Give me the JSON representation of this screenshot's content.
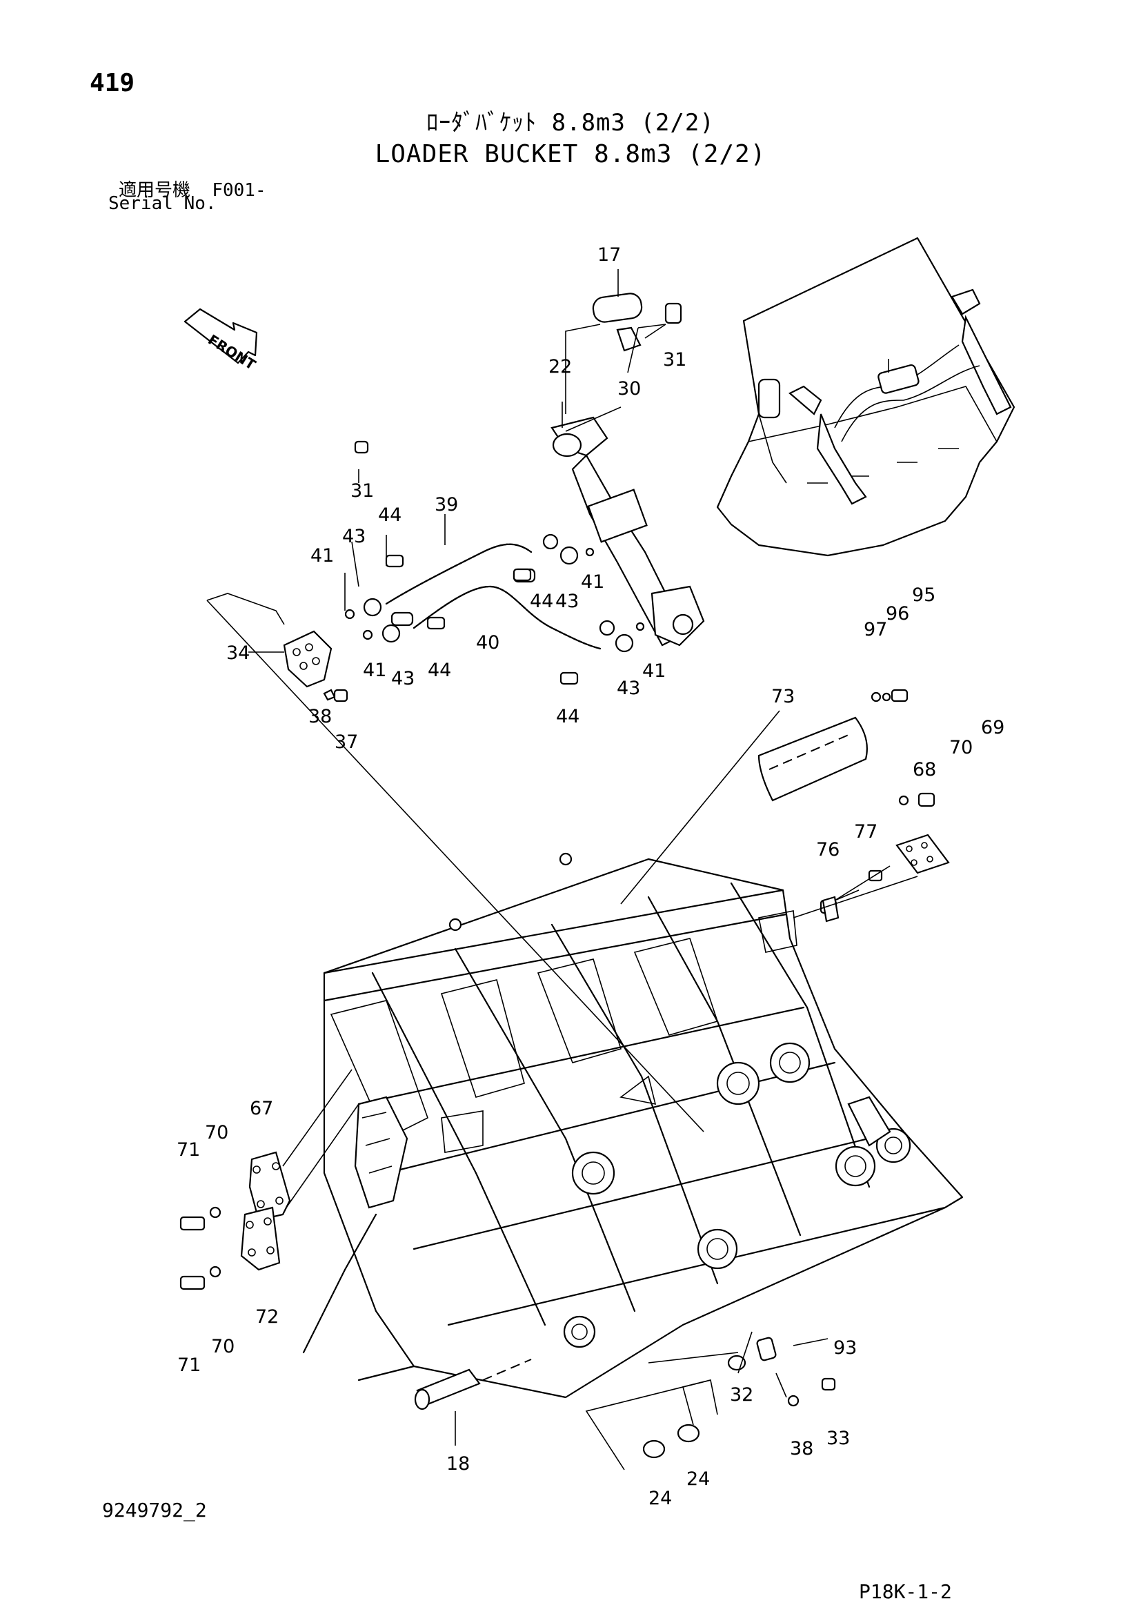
{
  "header": {
    "page_number": "419",
    "title_jp": "ﾛｰﾀﾞﾊﾞｹｯﾄ 8.8m3 (2/2)",
    "title_en": "LOADER BUCKET 8.8m3 (2/2)",
    "serial_label_jp": "適用号機",
    "serial_value": "F001-",
    "serial_label_en": "Serial No."
  },
  "diagram": {
    "front_label": "FRONT",
    "part_labels": [
      "17",
      "31",
      "22",
      "30",
      "31",
      "39",
      "44",
      "43",
      "41",
      "34",
      "38",
      "37",
      "43",
      "41",
      "44",
      "40",
      "44",
      "43",
      "41",
      "44",
      "43",
      "41",
      "95",
      "96",
      "97",
      "73",
      "69",
      "70",
      "68",
      "77",
      "76",
      "67",
      "70",
      "71",
      "72",
      "70",
      "71",
      "93",
      "32",
      "38",
      "33",
      "18",
      "24",
      "24"
    ]
  },
  "footer": {
    "doc_code": "9249792_2",
    "page_code": "P18K-1-2"
  }
}
